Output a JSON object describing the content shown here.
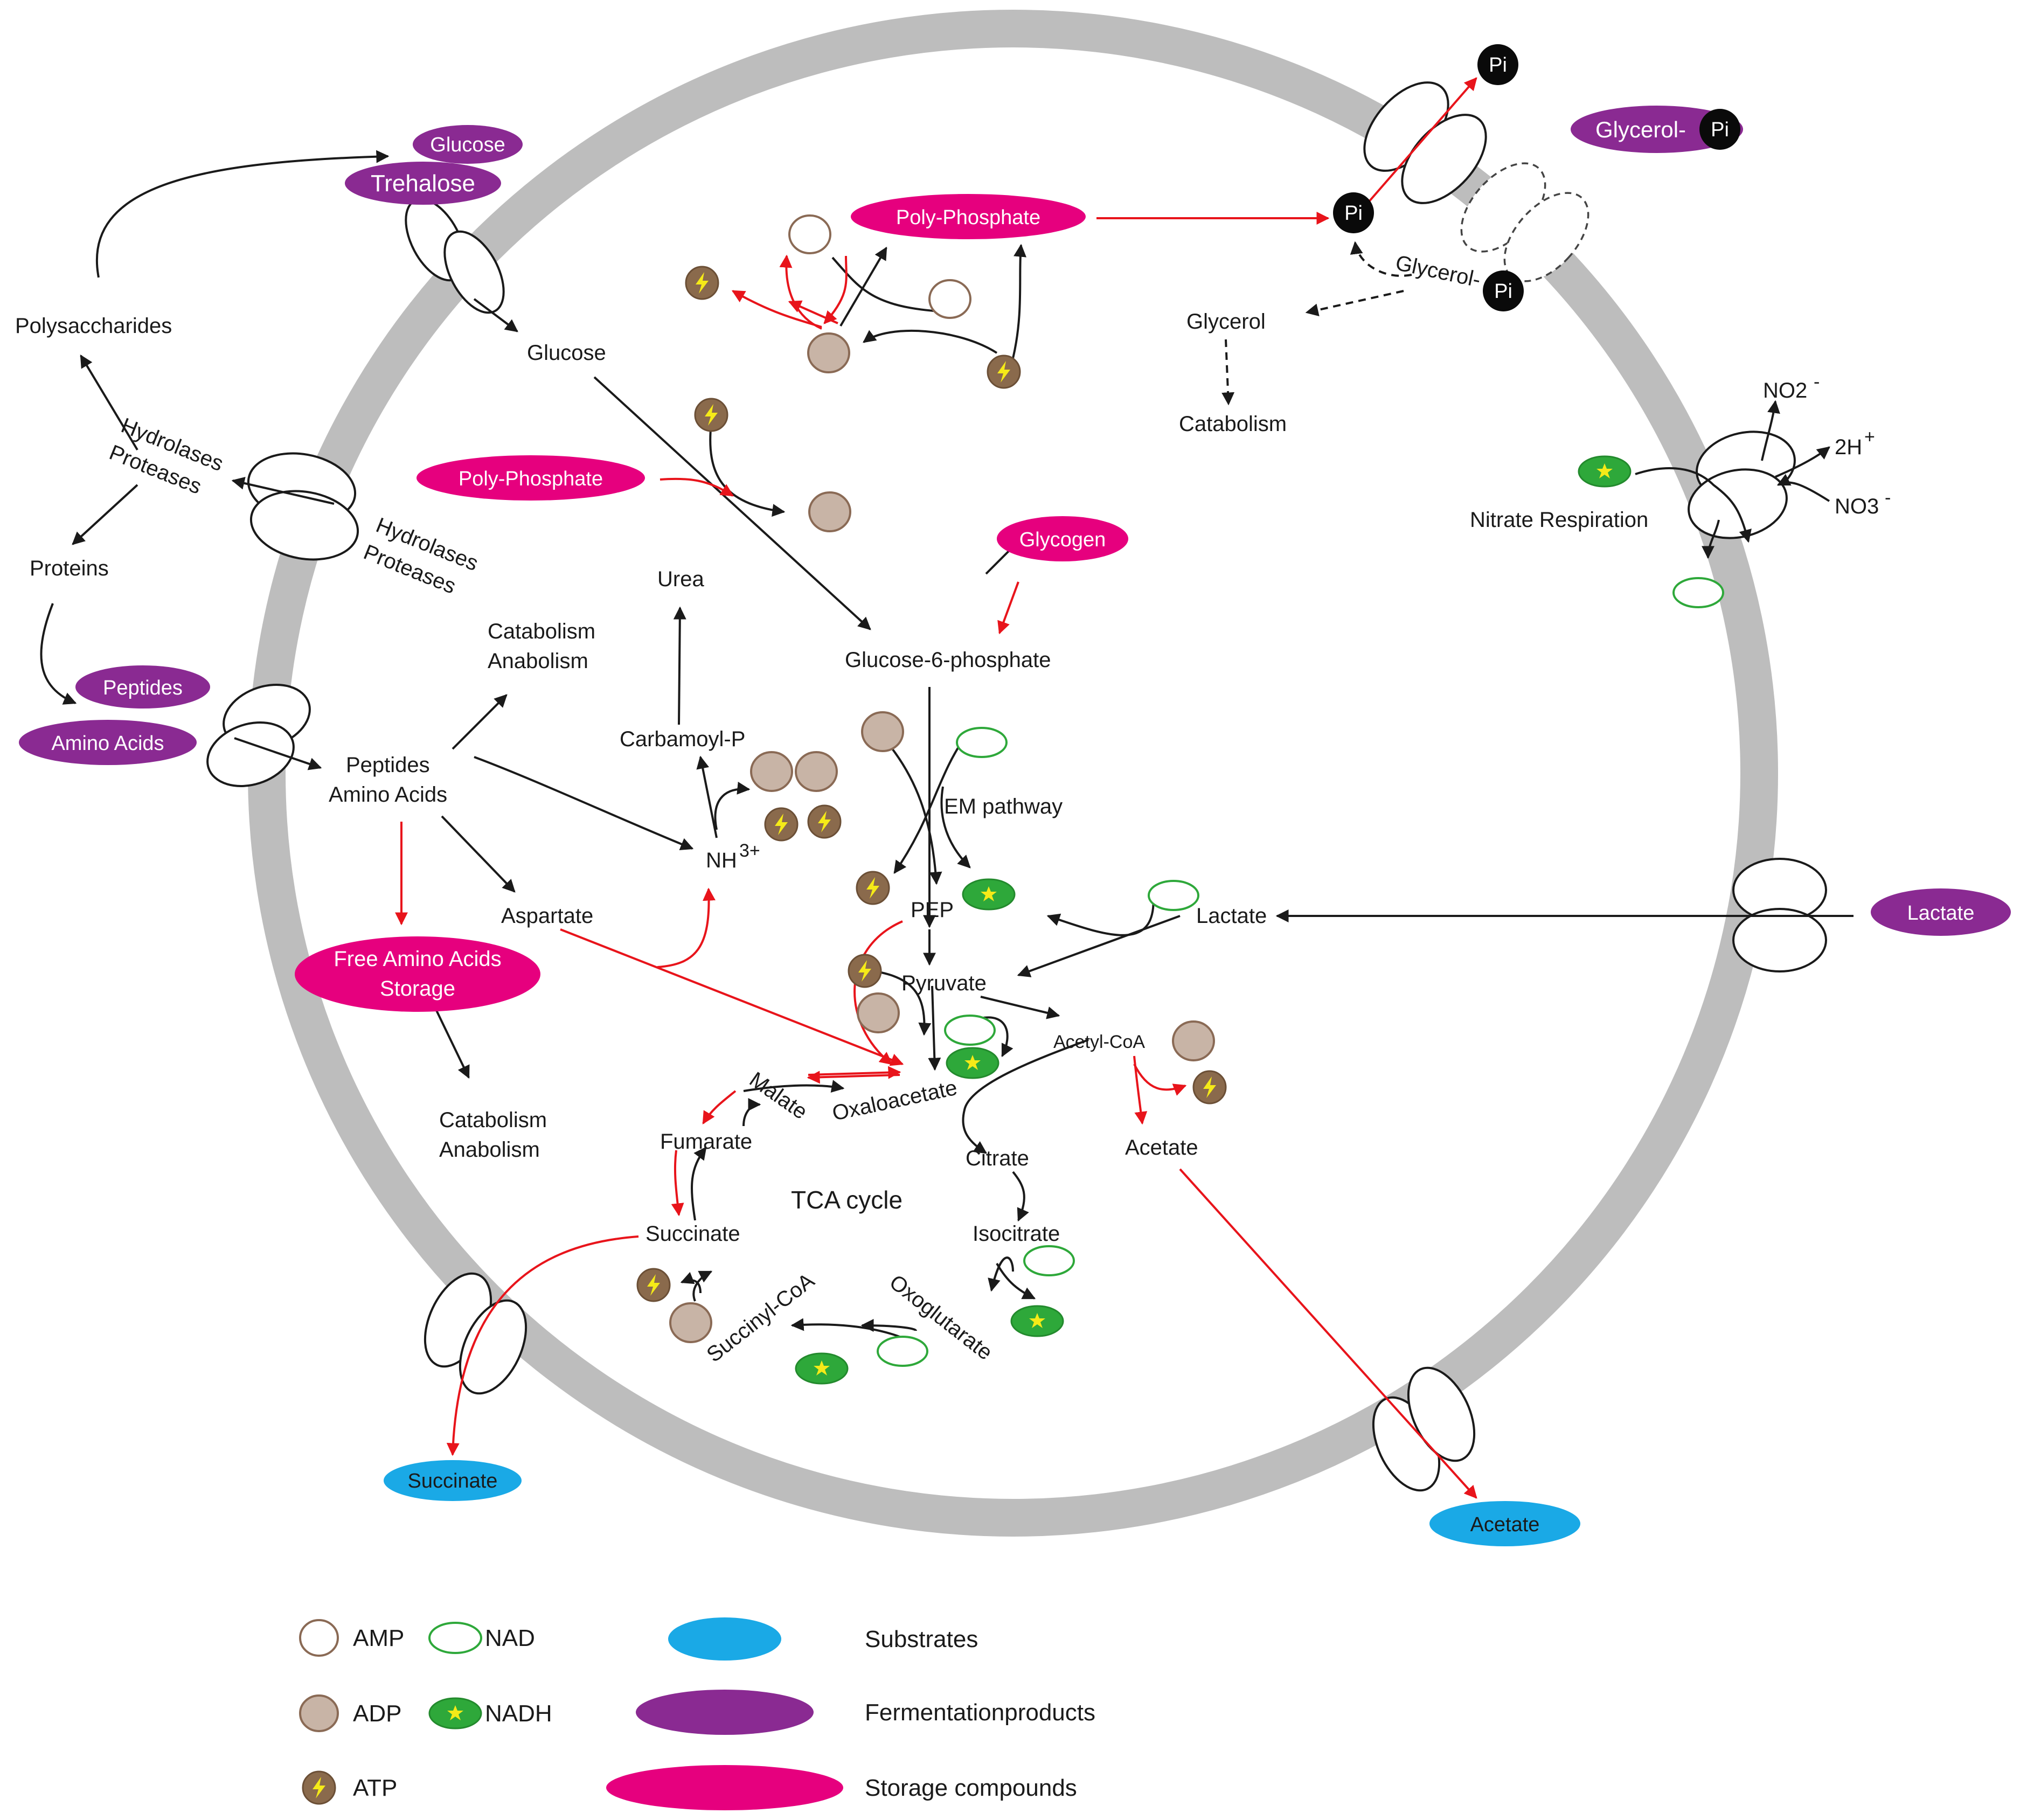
{
  "colors": {
    "membrane": "#bdbdbd",
    "substrates": "#1aa9e6",
    "fermentation_products": "#8a2a92",
    "storage_compounds": "#e6007e",
    "reaction_black": "#1a1a1a",
    "reaction_red": "#e8141b",
    "amp_outline": "#8a6a55",
    "adp_fill": "#c8b4a6",
    "atp_fill": "#8a6a4c",
    "nad_outline": "#2ea83a",
    "nadh_fill": "#2ea83a"
  },
  "pills": {
    "glucose_out": "Glucose",
    "trehalose": "Trehalose",
    "glycerol_pi_out": "Glycerol-",
    "poly_phosphate_top": "Poly-Phosphate",
    "poly_phosphate_mid": "Poly-Phosphate",
    "glycogen": "Glycogen",
    "peptides": "Peptides",
    "amino_acids": "Amino Acids",
    "free_amino_acids_1": "Free Amino Acids",
    "free_amino_acids_2": "Storage",
    "lactate_out": "Lactate",
    "succinate_out": "Succinate",
    "acetate_out": "Acetate"
  },
  "labels": {
    "polysaccharides": "Polysaccharides",
    "hydrolases_out_1": "Hydrolases",
    "hydrolases_out_2": "Proteases",
    "hydrolases_in_1": "Hydrolases",
    "hydrolases_in_2": "Proteases",
    "proteins": "Proteins",
    "glucose_in": "Glucose",
    "glycerol_pi_in": "Glycerol-",
    "glycerol": "Glycerol",
    "catabolism_glycerol": "Catabolism",
    "nitrate_respiration": "Nitrate Respiration",
    "no2": "NO2",
    "no2_charge": "-",
    "h2": "2H",
    "h2_charge": "+",
    "no3": "NO3",
    "no3_charge": "-",
    "urea": "Urea",
    "catabolism_1": "Catabolism",
    "anabolism_1": "Anabolism",
    "carbamoyl_p": "Carbamoyl-P",
    "nh3": "NH",
    "nh3_charge": "3+",
    "peptides_in": "Peptides",
    "amino_acids_in": "Amino Acids",
    "aspartate": "Aspartate",
    "catabolism_2": "Catabolism",
    "anabolism_2": "Anabolism",
    "glucose_6_phosphate": "Glucose-6-phosphate",
    "em_pathway": "EM pathway",
    "pep": "PEP",
    "lactate_in": "Lactate",
    "pyruvate": "Pyruvate",
    "acetyl_coa": "Acetyl-CoA",
    "acetate_in": "Acetate",
    "malate": "Malate",
    "oxaloacetate": "Oxaloacetate",
    "fumarate": "Fumarate",
    "citrate": "Citrate",
    "tca_cycle": "TCA cycle",
    "succinate_in": "Succinate",
    "isocitrate": "Isocitrate",
    "oxoglutarate": "Oxoglutarate",
    "succinyl_coa": "Succinyl-CoA",
    "pi": "Pi"
  },
  "legend": {
    "amp": "AMP",
    "nad": "NAD",
    "adp": "ADP",
    "nadh": "NADH",
    "atp": "ATP",
    "substrates": "Substrates",
    "fermentation": "Fermentationproducts",
    "storage": "Storage compounds"
  }
}
